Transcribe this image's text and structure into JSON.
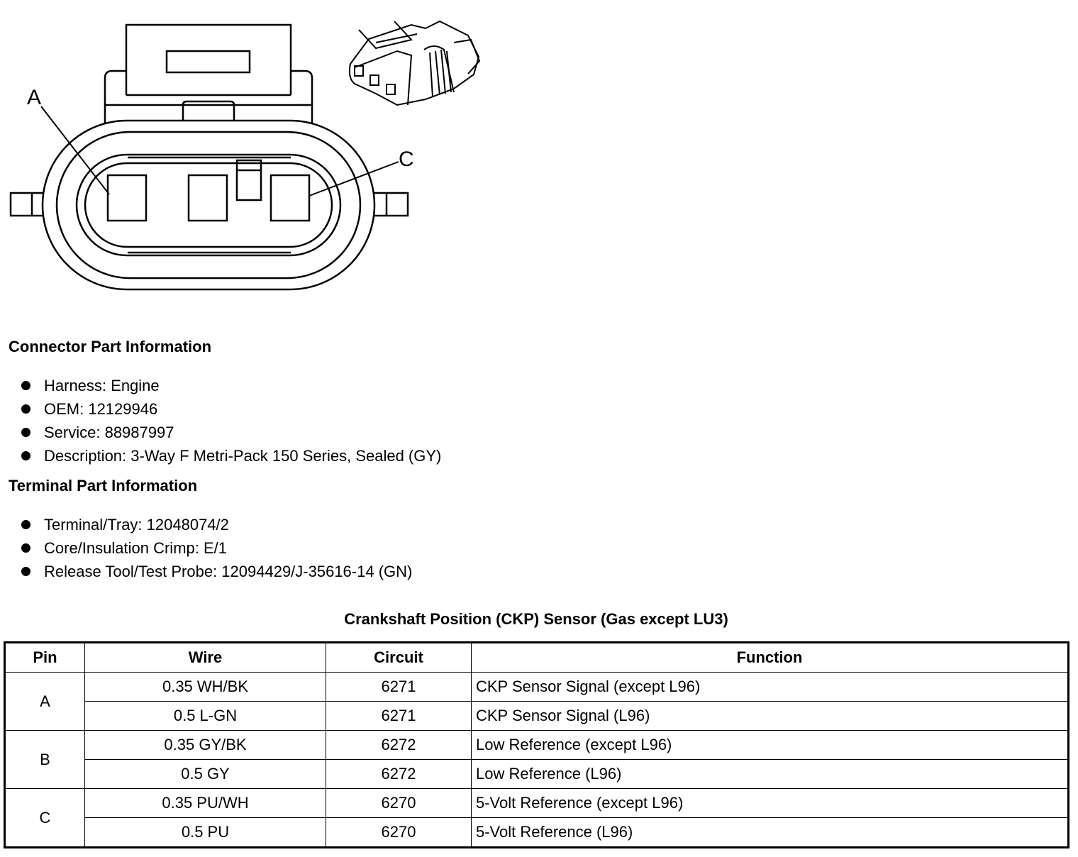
{
  "diagram": {
    "pin_labels": [
      "A",
      "C"
    ]
  },
  "connector_info": {
    "title": "Connector Part Information",
    "items": [
      "Harness: Engine",
      "OEM: 12129946",
      "Service: 88987997",
      "Description: 3-Way F Metri-Pack 150 Series, Sealed (GY)"
    ]
  },
  "terminal_info": {
    "title": "Terminal Part Information",
    "items": [
      "Terminal/Tray: 12048074/2",
      "Core/Insulation Crimp: E/1",
      "Release Tool/Test Probe: 12094429/J-35616-14 (GN)"
    ]
  },
  "table": {
    "title": "Crankshaft Position (CKP) Sensor (Gas except LU3)",
    "headers": [
      "Pin",
      "Wire",
      "Circuit",
      "Function"
    ],
    "groups": [
      {
        "pin": "A",
        "rows": [
          {
            "wire": "0.35 WH/BK",
            "circuit": "6271",
            "function": "CKP Sensor Signal (except L96)"
          },
          {
            "wire": "0.5 L-GN",
            "circuit": "6271",
            "function": "CKP Sensor Signal (L96)"
          }
        ]
      },
      {
        "pin": "B",
        "rows": [
          {
            "wire": "0.35 GY/BK",
            "circuit": "6272",
            "function": "Low Reference (except L96)"
          },
          {
            "wire": "0.5 GY",
            "circuit": "6272",
            "function": "Low Reference (L96)"
          }
        ]
      },
      {
        "pin": "C",
        "rows": [
          {
            "wire": "0.35 PU/WH",
            "circuit": "6270",
            "function": "5-Volt Reference (except L96)"
          },
          {
            "wire": "0.5 PU",
            "circuit": "6270",
            "function": "5-Volt Reference (L96)"
          }
        ]
      }
    ]
  }
}
